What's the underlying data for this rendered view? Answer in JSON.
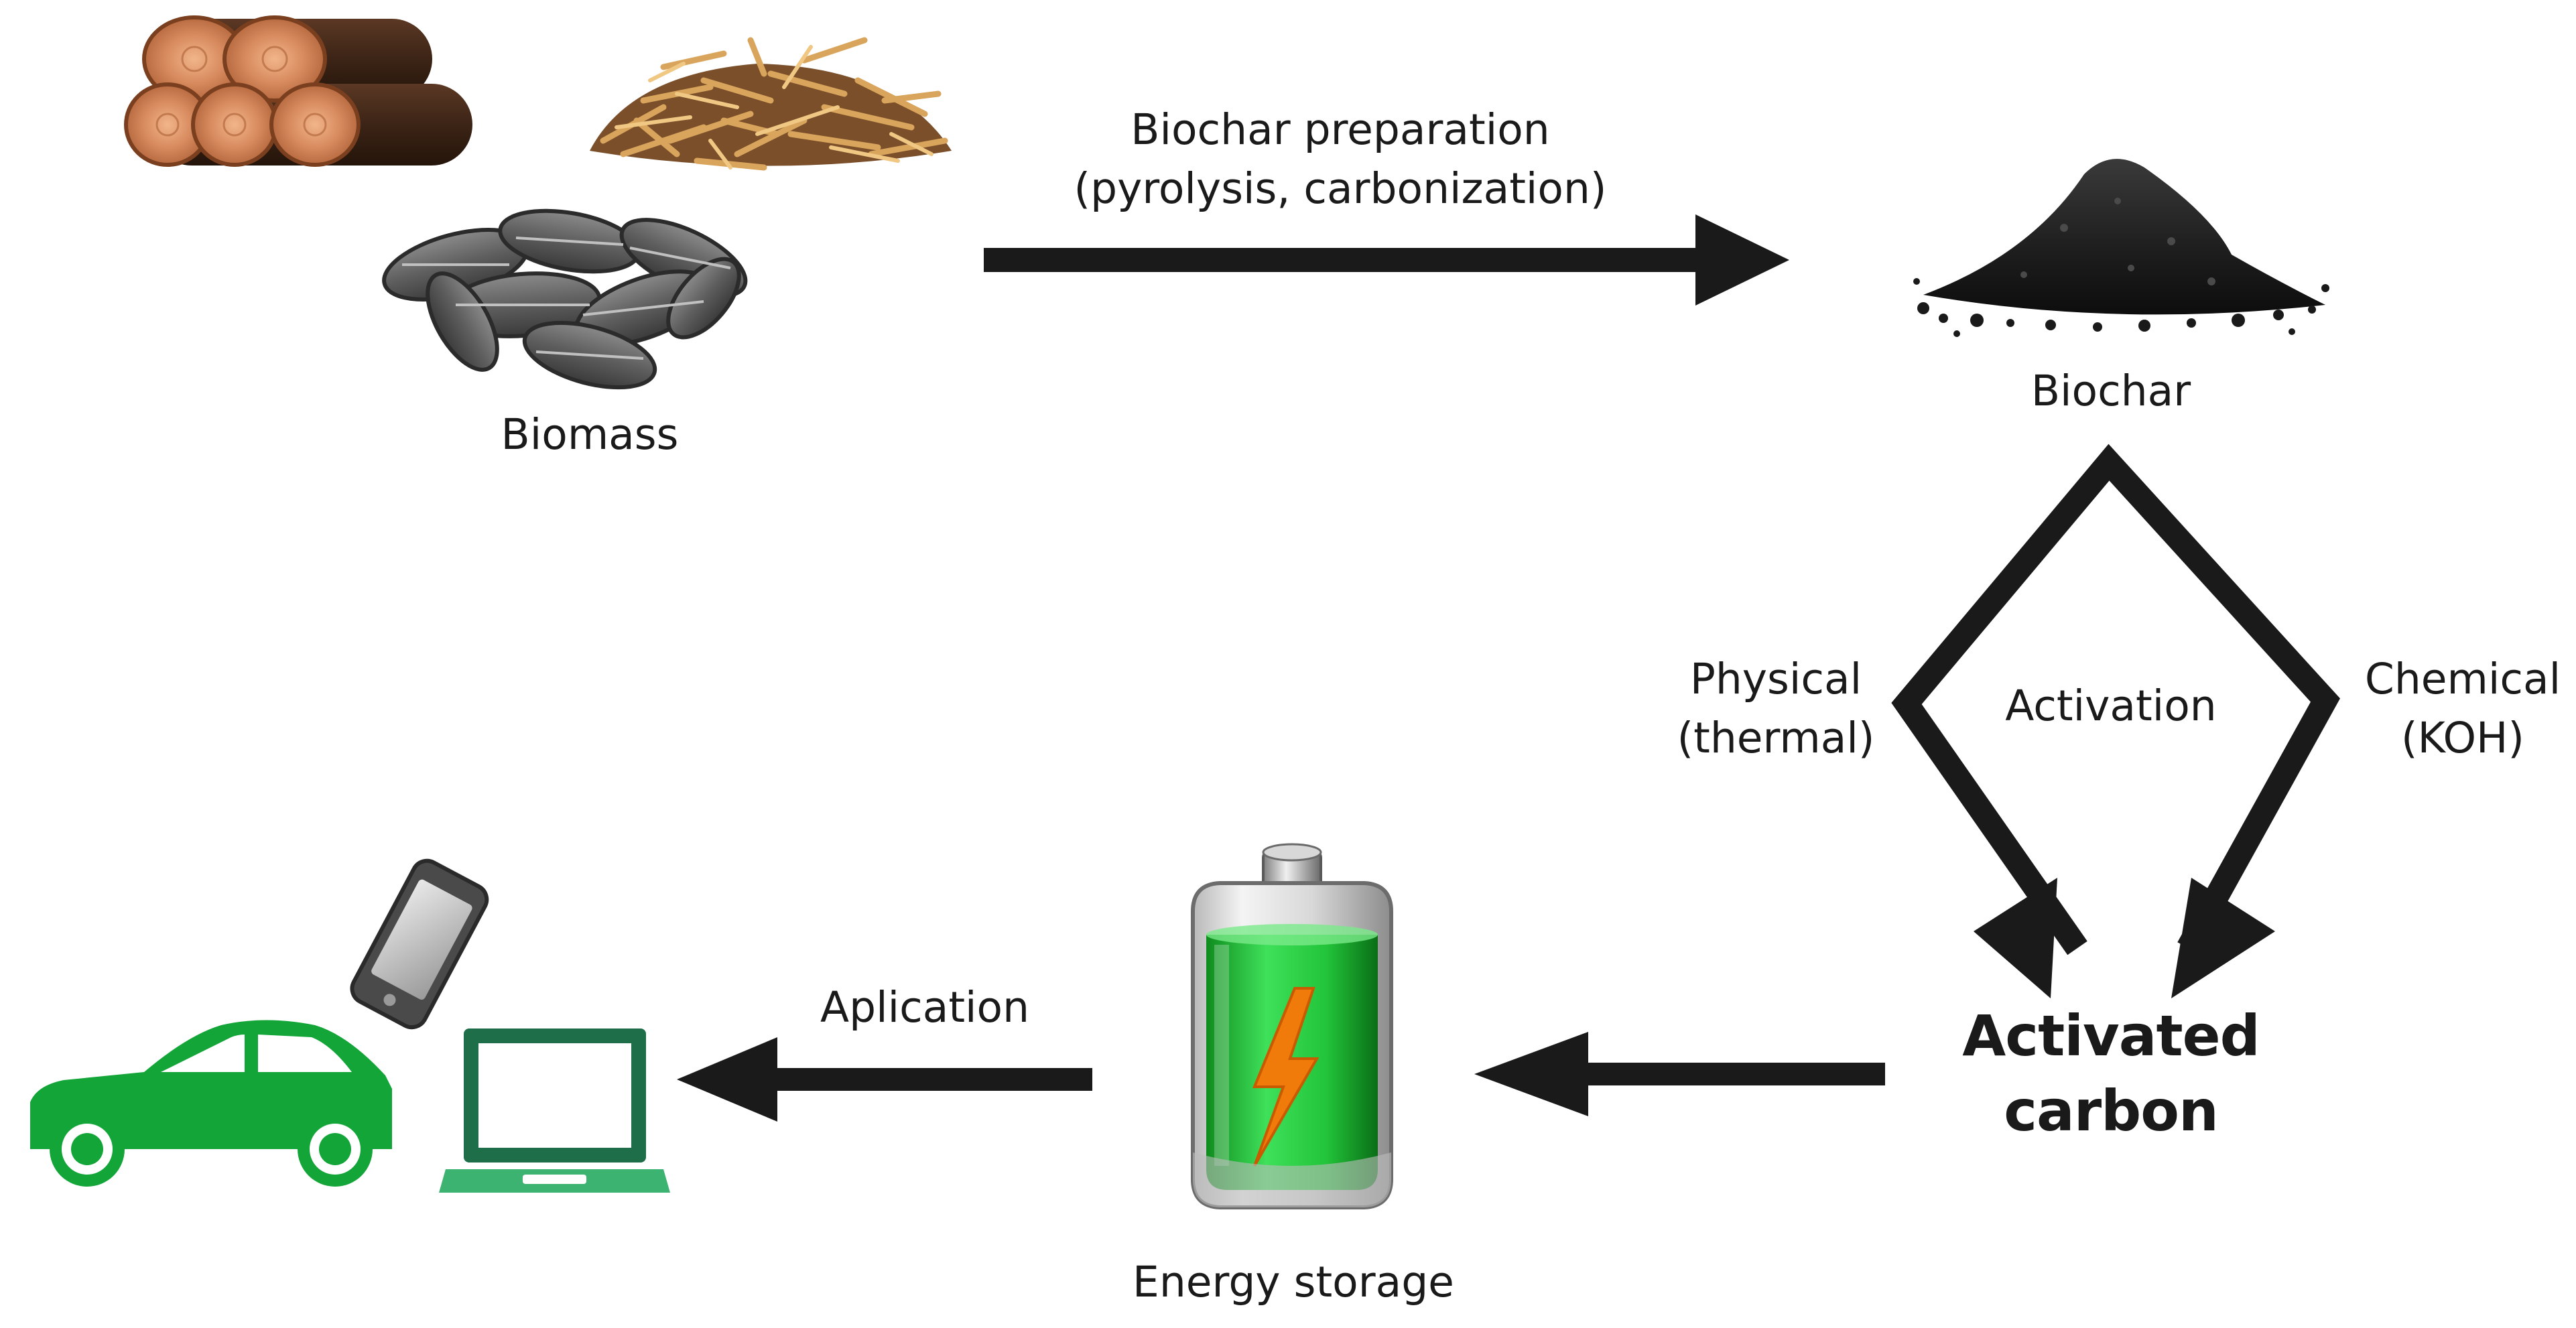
{
  "nodes": {
    "biomass": {
      "label": "Biomass"
    },
    "biochar": {
      "label": "Biochar"
    },
    "activated_carbon": {
      "line1": "Activated",
      "line2": "carbon"
    },
    "energy_storage": {
      "label": "Energy storage"
    }
  },
  "arrows": {
    "preparation": {
      "line1": "Biochar preparation",
      "line2": "(pyrolysis, carbonization)"
    },
    "activation": {
      "label": "Activation"
    },
    "physical": {
      "line1": "Physical",
      "line2": "(thermal)"
    },
    "chemical": {
      "line1": "Chemical",
      "line2": "(KOH)"
    },
    "application": {
      "label": "Aplication"
    }
  },
  "icons": [
    "wood-logs-icon",
    "straw-pile-icon",
    "sunflower-seeds-icon",
    "biochar-pile-icon",
    "battery-icon",
    "lightning-bolt-icon",
    "smartphone-icon",
    "car-icon",
    "laptop-icon"
  ],
  "colors": {
    "arrow": "#1a1a1a",
    "car": "#13a538",
    "laptop": "#1e6e4a",
    "laptop_base": "#3cb371",
    "battery_green": "#22c43a",
    "bolt": "#f07b0a",
    "char": "#1c1c1c"
  }
}
